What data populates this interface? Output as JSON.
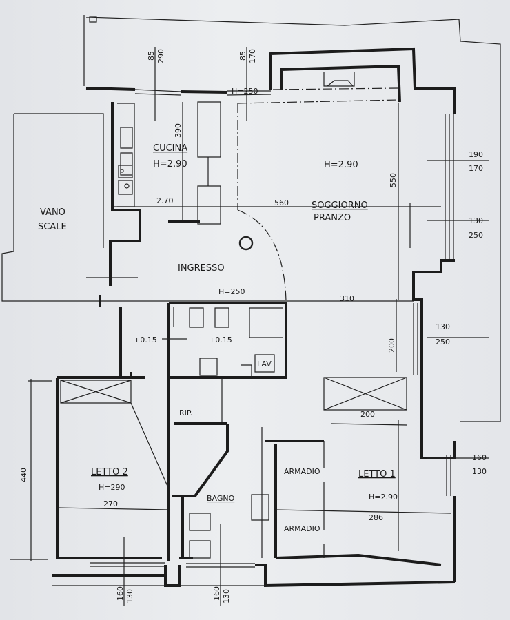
{
  "rooms": {
    "cucina": {
      "name": "CUCINA",
      "height": "H=2.90"
    },
    "soggiorno": {
      "name_1": "SOGGIORNO",
      "name_2": "PRANZO",
      "height": "H=2.90"
    },
    "vano_scale": {
      "name_1": "VANO",
      "name_2": "SCALE"
    },
    "ingresso": {
      "name": "INGRESSO",
      "height": "H=250"
    },
    "letto2": {
      "name": "LETTO 2",
      "height": "H=290"
    },
    "letto1": {
      "name": "LETTO 1",
      "height": "H=2.90"
    },
    "bagno": {
      "name": "BAGNO"
    },
    "ripostiglio": {
      "name": "RIP."
    },
    "lavanderia": {
      "name": "LAV"
    },
    "armadio_1": "ARMADIO",
    "armadio_2": "ARMADIO",
    "level_1": "+0.15",
    "level_2": "+0.15"
  },
  "dimensions": {
    "kitchen_window": {
      "top": "85",
      "bottom": "290"
    },
    "door_window": {
      "top": "85",
      "bottom": "170"
    },
    "top_h": "H=250",
    "kitchen_depth": "390",
    "kitchen_width": "2.70",
    "living_width": "560",
    "living_depth": "550",
    "right_window_1": {
      "top": "190",
      "bottom": "170"
    },
    "right_window_2": {
      "top": "130",
      "bottom": "250"
    },
    "hall_width": "310",
    "vertical_200": "200",
    "right_window_3": {
      "top": "130",
      "bottom": "250"
    },
    "wardrobe_200": "200",
    "right_window_4": {
      "top": "160",
      "bottom": "130"
    },
    "letto2_depth": "440",
    "letto2_width": "270",
    "letto1_width": "286",
    "bottom_window_1": {
      "top": "160",
      "bottom": "130"
    },
    "bottom_window_2": {
      "top": "160",
      "bottom": "130"
    }
  }
}
